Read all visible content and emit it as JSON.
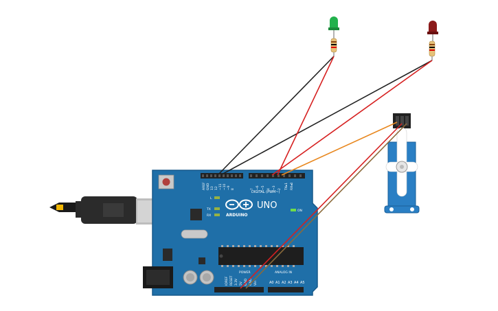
{
  "board": {
    "model": "UNO",
    "brand": "ARDUINO",
    "digital_header": "DIGITAL (PWM~)",
    "analog_header": "ANALOG IN",
    "power_header": "POWER",
    "on_label": "ON",
    "led_l": "L",
    "led_tx": "TX",
    "led_rx": "RX",
    "aref": "AREF",
    "gnd": "GND",
    "digital_pins": [
      "13",
      "12",
      "~11",
      "~10",
      "~9",
      "8",
      "7",
      "~6",
      "~5",
      "4",
      "~3",
      "2",
      "TX▸1",
      "RX◂0"
    ],
    "power_pins": [
      "IOREF",
      "RESET",
      "3.3V",
      "5V",
      "GND",
      "GND",
      "Vin"
    ],
    "analog_pins": [
      "A0",
      "A1",
      "A2",
      "A3",
      "A4",
      "A5"
    ]
  },
  "components": {
    "led_green_color": "#22b14c",
    "led_red_color": "#8b1a1a",
    "board_color": "#1f6fa8",
    "servo_color": "#2a7fc4"
  },
  "wire_colors": {
    "ground": "#222222",
    "signal_red": "#d62020",
    "signal_orange": "#e8871e",
    "servo_brown": "#8b6a3a"
  }
}
